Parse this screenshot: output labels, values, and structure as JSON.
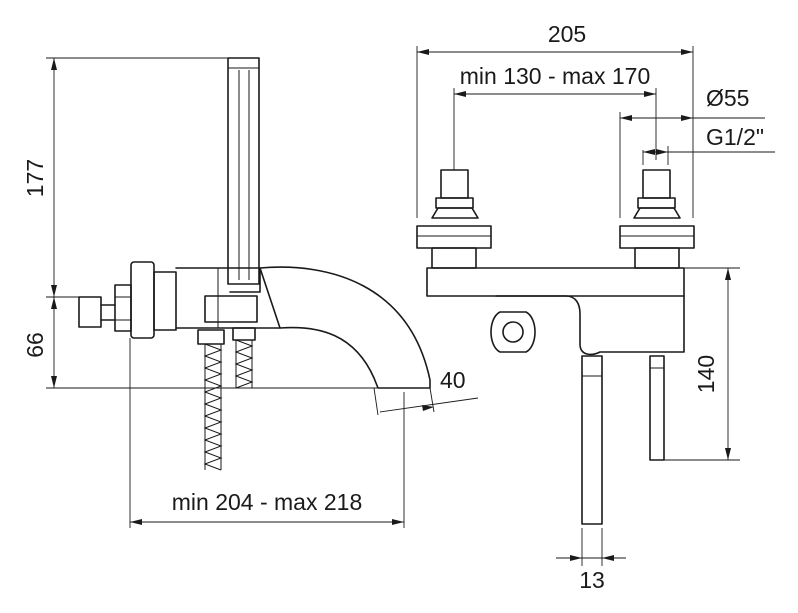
{
  "dimensions": {
    "side_height_top": "177",
    "side_height_bottom": "66",
    "spout_angle": "40",
    "spout_reach": "min 204 - max 218",
    "overall_width": "205",
    "centre_distance": "min 130 - max 170",
    "flange_diameter": "Ø55",
    "thread": "G1/2\"",
    "body_height": "140",
    "handle_width": "13"
  }
}
